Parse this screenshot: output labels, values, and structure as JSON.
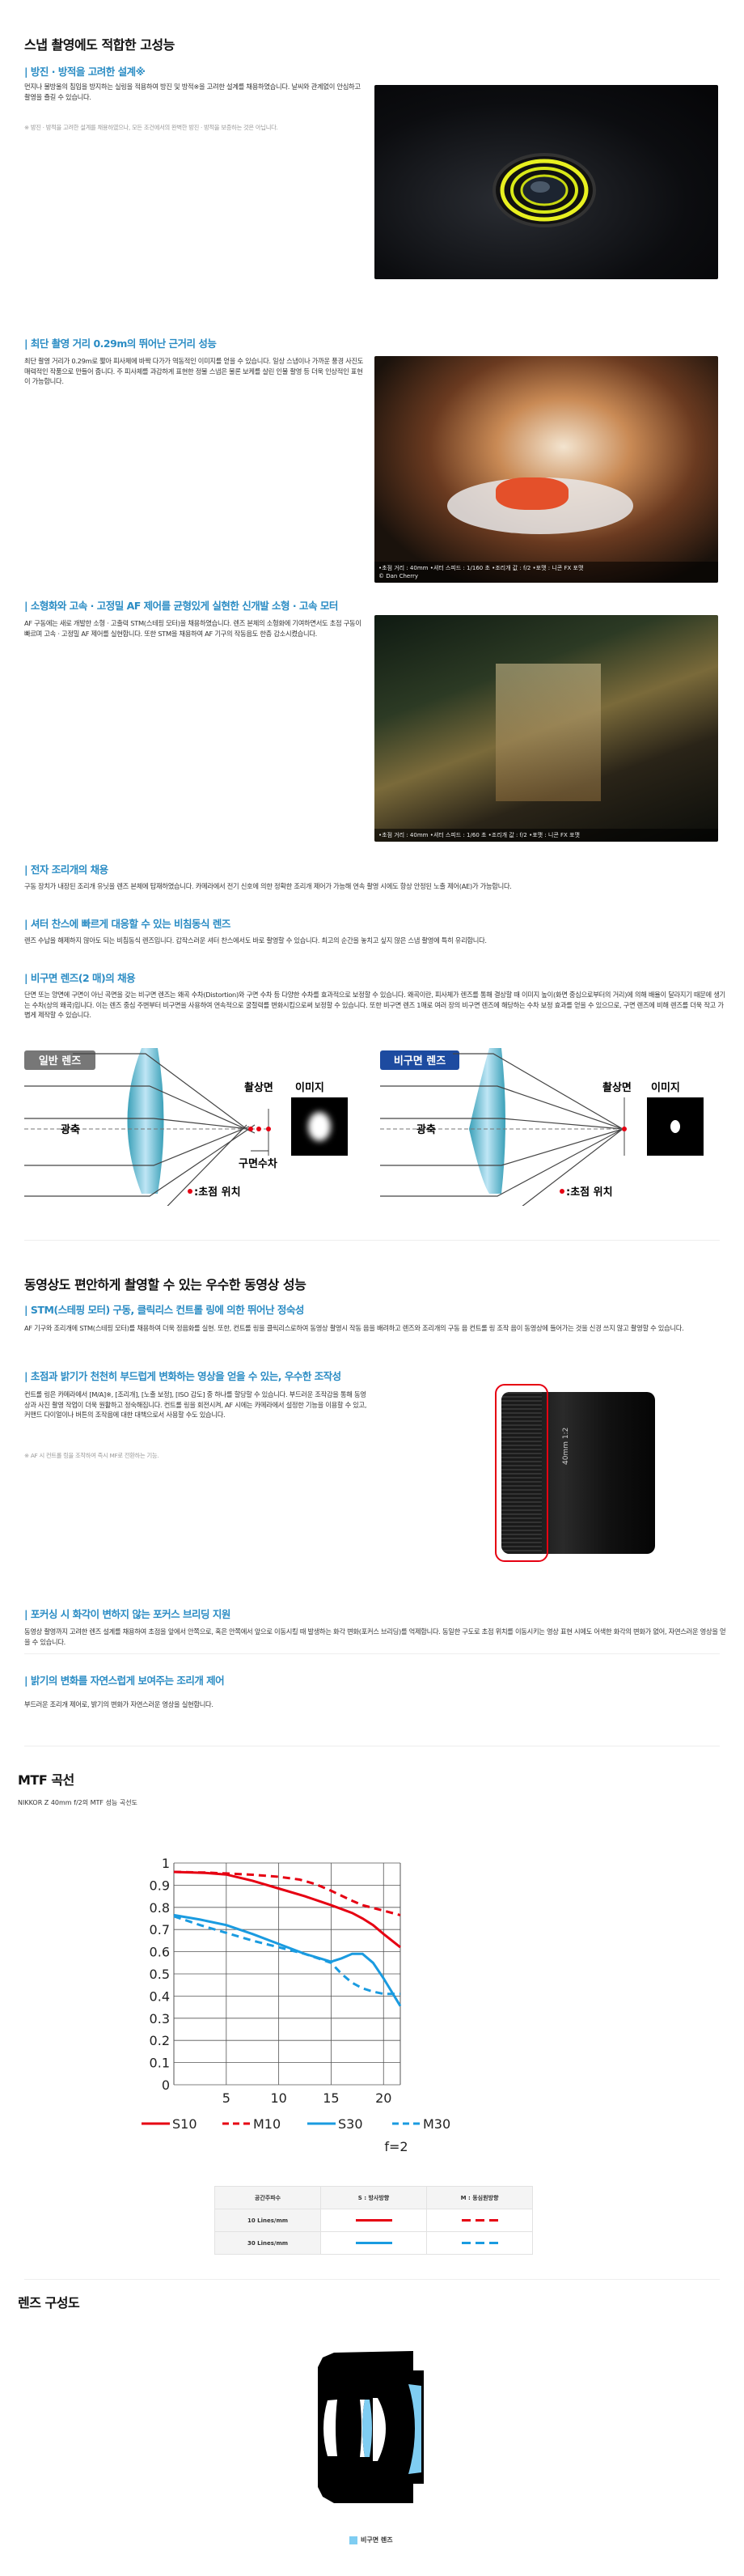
{
  "snap": {
    "title": "스냅 촬영에도 적합한 고성능",
    "sections": [
      {
        "heading": "| 방진 · 방적을 고려한 설계※",
        "body": "먼지나 물방울의 침입을 방지하는 실링을 적용하여 방진 및 방적※을 고려한 설계를 채용하였습니다. 날씨와 관계없이 안심하고 촬영을 즐길 수 있습니다.",
        "note": "※ 방진 · 방적을 고려한 설계를 채용하였으나, 모든 조건에서의 완벽한 방진 · 방적을 보증하는 것은 아닙니다."
      },
      {
        "heading": "| 최단 촬영 거리 0.29m의 뛰어난 근거리 성능",
        "body": "최단 촬영 거리가 0.29m로 짧아 피사체에 바짝 다가가 역동적인 이미지를 얻을 수 있습니다. 일상 스냅이나 가까운 풍경 사진도 매력적인 작품으로 만들어 줍니다. 주 피사체를 과감하게 표현한 정물 스냅은 물론 보케를 살린 인물 촬영 등 더욱 인상적인 표현이 가능합니다.",
        "caption": "•초점 거리 : 40mm •셔터 스피드 : 1/160 초 •조리개 값 : f/2 •포맷 : 니콘 FX 포맷",
        "credit": "© Dan Cherry"
      },
      {
        "heading": "| 소형화와 고속 · 고정밀 AF 제어를 균형있게 실현한 신개발 소형 · 고속 모터",
        "body": "AF 구동에는 새로 개발한 소형 · 고출력 STM(스테핑 모터)을 채용하였습니다. 렌즈 본체의 소형화에 기여하면서도 초점 구동이 빠르며 고속 · 고정밀 AF 제어를 실현합니다. 또한 STM을 채용하여 AF 기구의 작동음도 한층 감소시켰습니다.",
        "caption": "•초점 거리 : 40mm •셔터 스피드 : 1/60 초 •조리개 값 : f/2 •포맷 : 니콘 FX 포맷"
      },
      {
        "heading": "| 전자 조리개의 채용",
        "body": "구동 장치가 내장된 조리개 유닛을 렌즈 본체에 탑재하였습니다. 카메라에서 전기 신호에 의한 정확한 조리개 제어가 가능해 연속 촬영 시에도 항상 안정된 노출 제어(AE)가 가능합니다."
      },
      {
        "heading": "| 셔터 찬스에 빠르게 대응할 수 있는 비침동식 렌즈",
        "body": "렌즈 수납을 해제하지 않아도 되는 비침동식 렌즈입니다. 갑작스러운 셔터 찬스에서도 바로 촬영할 수 있습니다. 최고의 순간을 놓치고 싶지 않은 스냅 촬영에 특히 유리합니다."
      },
      {
        "heading": "| 비구면 렌즈(2 매)의 채용",
        "body": "단면 또는 양면에 구면이 아닌 곡면을 갖는 비구면 렌즈는 왜곡 수차(Distortion)와 구면 수차 등 다양한 수차를 효과적으로 보정할 수 있습니다. 왜곡이란, 피사체가 렌즈를 통해 결상할 때 이미지 높이(화면 중심으로부터의 거리)에 의해 배율이 달라지기 때문에 생기는 수차(상의 왜곡)입니다. 이는 렌즈 중심 주변부터 비구면을 사용하여 연속적으로 굴절력를 변화시킴으로써 보정할 수 있습니다. 또한 비구면 렌즈 1매로 여러 장의 비구면 렌즈에 해당하는 수차 보정 효과를 얻을 수 있으므로, 구면 렌즈에 비해 렌즈를 더욱 작고 가볍게 제작할 수 있습니다."
      }
    ]
  },
  "diagram": {
    "normal_label": "일반 렌즈",
    "aspherical_label": "비구면 렌즈",
    "sensor": "촬상면",
    "image": "이미지",
    "axis": "광축",
    "aberration": "구면수차",
    "focus_legend": ":초점 위치"
  },
  "video": {
    "title": "동영상도 편안하게 촬영할 수 있는 우수한 동영상 성능",
    "sections": [
      {
        "heading": "| STM(스테핑 모터) 구동, 클릭리스 컨트롤 링에 의한 뛰어난 정숙성",
        "body": "AF 기구와 조리개에 STM(스테핑 모터)를 채용하여 더욱 정음화를 실현. 또한, 컨트롤 링을 클릭리스로하여 동영상 촬영시 작동 음을 배려하고 렌즈와 조리개의 구동 음 컨트롤 링 조작 음이 동영상에 들어가는 것을 신경 쓰지 않고 촬영할 수 있습니다."
      },
      {
        "heading": "| 초점과 밝기가 천천히 부드럽게 변화하는 영상을 얻을 수 있는, 우수한 조작성",
        "body": "컨트롤 링은 카메라에서 [M/A]※, [조리개], [노출 보정], [ISO 감도] 중 하나를 할당할 수 있습니다. 부드러운 조작감을 통해 동영상과 사진 촬영 작업이 더욱 원활하고 정숙해집니다. 컨트롤 링을 회전시켜, AF 시에는 카메라에서 설정한 기능을 이용할 수 있고, 커맨드 다이얼이나 버튼의 조작음에 대한 대책으로서 사용할 수도 있습니다.",
        "note": "※ AF 시 컨트롤 링을 조작하여 즉시 MF로 전환하는 기능."
      },
      {
        "heading": "| 포커싱 시 화각이 변하지 않는 포커스 브리딩 지원",
        "body": "동영상 촬영까지 고려한 렌즈 설계를 채용하여 초점을 앞에서 안쪽으로, 혹은 안쪽에서 앞으로 이동시킬 때 발생하는 화각 변화(포커스 브리딩)를 억제합니다. 동일한 구도로 초점 위치를 이동시키는 영상 표현 시에도 어색한 화각의 변화가 없어, 자연스러운 영상을 얻을 수 있습니다."
      },
      {
        "heading": "| 밝기의 변화를 자연스럽게 보여주는 조리개 제어",
        "body": "부드러운 조리개 제어로, 밝기의 변화가 자연스러운 영상을 실현합니다."
      }
    ],
    "lens_marking": "40mm 1:2"
  },
  "mtf": {
    "title": "MTF 곡선",
    "subtitle": "NIKKOR Z 40mm f/2의 MTF 성능 곡선도",
    "table": {
      "headers": [
        "공간주파수",
        "S : 방사방향",
        "M : 동심원방향"
      ],
      "rows": [
        "10 Lines/mm",
        "30 Lines/mm"
      ]
    }
  },
  "chart_data": {
    "type": "line",
    "title": "",
    "xlabel": "",
    "ylabel": "",
    "xlim": [
      0,
      21.6
    ],
    "ylim": [
      0,
      1
    ],
    "xticks": [
      "5",
      "10",
      "15",
      "20"
    ],
    "yticks": [
      "0",
      "0.1",
      "0.2",
      "0.3",
      "0.4",
      "0.5",
      "0.6",
      "0.7",
      "0.8",
      "0.9",
      "1"
    ],
    "grid": true,
    "legend_position": "bottom",
    "annotation": "f=2",
    "series": [
      {
        "name": "S10",
        "color": "#e60012",
        "dashed": false,
        "x": [
          0,
          3,
          5,
          7.5,
          10,
          12.5,
          15,
          17,
          18,
          19,
          20,
          21.6
        ],
        "y": [
          0.96,
          0.955,
          0.948,
          0.92,
          0.885,
          0.85,
          0.81,
          0.775,
          0.75,
          0.72,
          0.68,
          0.62
        ]
      },
      {
        "name": "M10",
        "color": "#e60012",
        "dashed": true,
        "x": [
          0,
          3,
          5,
          7.5,
          10,
          12,
          13.5,
          15,
          17,
          18,
          20,
          21.6
        ],
        "y": [
          0.96,
          0.957,
          0.953,
          0.947,
          0.938,
          0.925,
          0.905,
          0.875,
          0.83,
          0.81,
          0.785,
          0.765
        ]
      },
      {
        "name": "S30",
        "color": "#1a9be0",
        "dashed": false,
        "x": [
          0,
          2.5,
          5,
          7.5,
          10,
          12.5,
          15,
          16,
          17,
          18,
          19,
          20,
          21.6
        ],
        "y": [
          0.765,
          0.745,
          0.72,
          0.68,
          0.635,
          0.59,
          0.555,
          0.57,
          0.59,
          0.59,
          0.55,
          0.48,
          0.355
        ]
      },
      {
        "name": "M30",
        "color": "#1a9be0",
        "dashed": true,
        "x": [
          0,
          2.5,
          5,
          7.5,
          10,
          12.5,
          15,
          16,
          17,
          18,
          19,
          20,
          21.6
        ],
        "y": [
          0.76,
          0.72,
          0.685,
          0.65,
          0.62,
          0.59,
          0.55,
          0.5,
          0.46,
          0.435,
          0.42,
          0.41,
          0.41
        ]
      }
    ]
  },
  "construction": {
    "title": "렌즈 구성도",
    "legend": "비구면 렌즈",
    "aspherical_color": "#7fcdf2"
  }
}
